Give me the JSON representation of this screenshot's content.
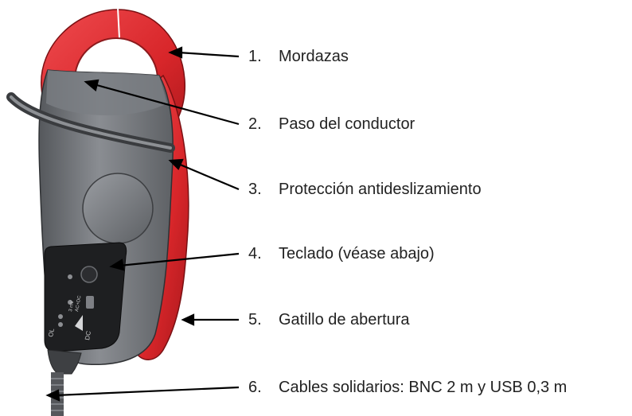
{
  "labels": [
    {
      "num": "1.",
      "text": "Mordazas"
    },
    {
      "num": "2.",
      "text": "Paso del conductor"
    },
    {
      "num": "3.",
      "text": "Protección antideslizamiento"
    },
    {
      "num": "4.",
      "text": "Teclado (véase abajo)"
    },
    {
      "num": "5.",
      "text": "Gatillo de abertura"
    },
    {
      "num": "6.",
      "text": "Cables solidarios: BNC 2 m y USB 0,3 m"
    }
  ],
  "keypad": {
    "key_ol": "OL",
    "key_dc": "DC",
    "key_ac_dc": "AC+DC",
    "key_range": "3 mV"
  },
  "colors": {
    "jaw_red": "#d8262a",
    "body_gray": "#6b6e73",
    "body_dark": "#45484c",
    "keypad_black": "#1e1f21",
    "arrow": "#000000"
  }
}
